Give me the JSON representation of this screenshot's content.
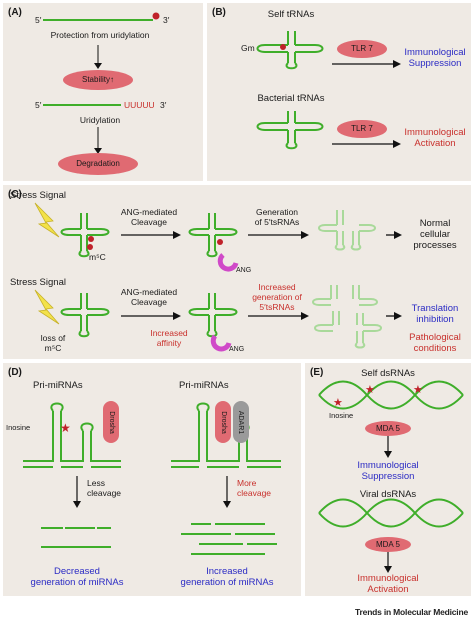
{
  "panels": {
    "a": {
      "label": "(A)",
      "protection": "Protection from uridylation",
      "stability": "Stability↑",
      "uridylation": "Uridylation",
      "uuuuu": "UUUUU",
      "degradation": "Degradation",
      "five_prime": "5′",
      "three_prime": "3′"
    },
    "b": {
      "label": "(B)",
      "self_trnas": "Self tRNAs",
      "gm": "Gm",
      "tlr7": "TLR 7",
      "immuno_suppression": "Immunological\nSuppression",
      "bacterial_trnas": "Bacterial tRNAs",
      "immuno_activation": "Immunological\nActivation"
    },
    "c": {
      "label": "(C)",
      "stress_signal": "Stress Signal",
      "ang_cleavage": "ANG-mediated\nCleavage",
      "generation": "Generation\nof 5′tsRNAs",
      "normal": "Normal\ncellular\nprocesses",
      "m5c": "m⁵C",
      "ang": "ANG",
      "loss_of": "loss of\nm⁵C",
      "increased_affinity": "Increased\naffinity",
      "increased_generation": "Increased\ngeneration of\n5′tsRNAs",
      "translation": "Translation\ninhibition",
      "pathological": "Pathological\nconditions"
    },
    "d": {
      "label": "(D)",
      "pri_mirnas": "Pri-miRNAs",
      "inosine": "Inosine",
      "drosha": "Drosha",
      "adar1": "ADAR1",
      "less_cleavage": "Less\ncleavage",
      "more_cleavage": "More\ncleavage",
      "decreased": "Decreased\ngeneration of miRNAs",
      "increased": "Increased\ngeneration of miRNAs"
    },
    "e": {
      "label": "(E)",
      "self_dsrnas": "Self dsRNAs",
      "inosine": "Inosine",
      "mda5": "MDA 5",
      "immuno_suppression": "Immunological\nSuppression",
      "viral_dsrnas": "Viral dsRNAs",
      "immuno_activation": "Immunological\nActivation"
    }
  },
  "footer": "Trends in Molecular Medicine",
  "colors": {
    "rna": "#3fae2a",
    "pill": "#e06a72",
    "dot": "#c0222a",
    "blue": "#2b2bc4",
    "red": "#c8302c",
    "panel": "#efeae4",
    "ang": "#d04ac8",
    "adar": "#9a9a9a"
  }
}
